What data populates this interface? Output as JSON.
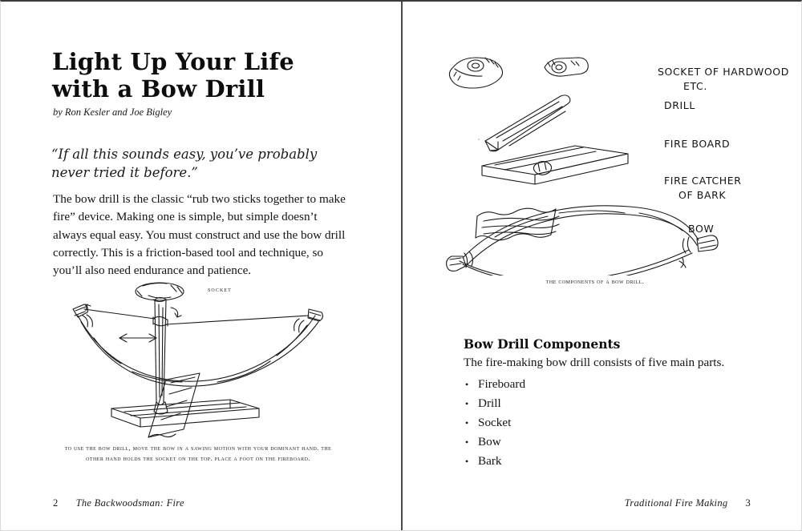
{
  "spread": {
    "left_page": {
      "title_line_1": "Light Up Your Life",
      "title_line_2": "with a Bow Drill",
      "byline": "by Ron Kesler and Joe Bigley",
      "pullquote": "“If all this sounds easy, you’ve probably never tried it before.”",
      "body": "The bow drill is the classic “rub two sticks together to make fire” device. Making one is simple, but simple doesn’t always equal easy. You must construct and use the bow drill correctly. This is a friction-based tool and technique, so you’ll also need endurance and patience.",
      "figure_label_socket": "Socket",
      "figure_caption": "To use the bow drill, move the bow in a sawing motion with your dominant hand. The other hand holds the socket on the top. Place a foot on the fireboard.",
      "folio_number": "2",
      "running_head": "The Backwoodsman: Fire"
    },
    "right_page": {
      "diagram_labels": [
        "SOCKET OF HARDWOOD",
        "ETC.",
        "DRILL",
        "FIRE BOARD",
        "FIRE CATCHER",
        "OF BARK",
        "BOW"
      ],
      "figure_caption": "The components of a bow drill.",
      "section_heading": "Bow Drill Components",
      "section_intro": "The fire-making bow drill consists of five main parts.",
      "parts": [
        "Fireboard",
        "Drill",
        "Socket",
        "Bow",
        "Bark"
      ],
      "running_head": "Traditional Fire Making",
      "folio_number": "3"
    }
  },
  "colors": {
    "ink": "#111111",
    "paper": "#ffffff",
    "gutter": "#4a4a4a",
    "border": "#d8d8d8"
  }
}
